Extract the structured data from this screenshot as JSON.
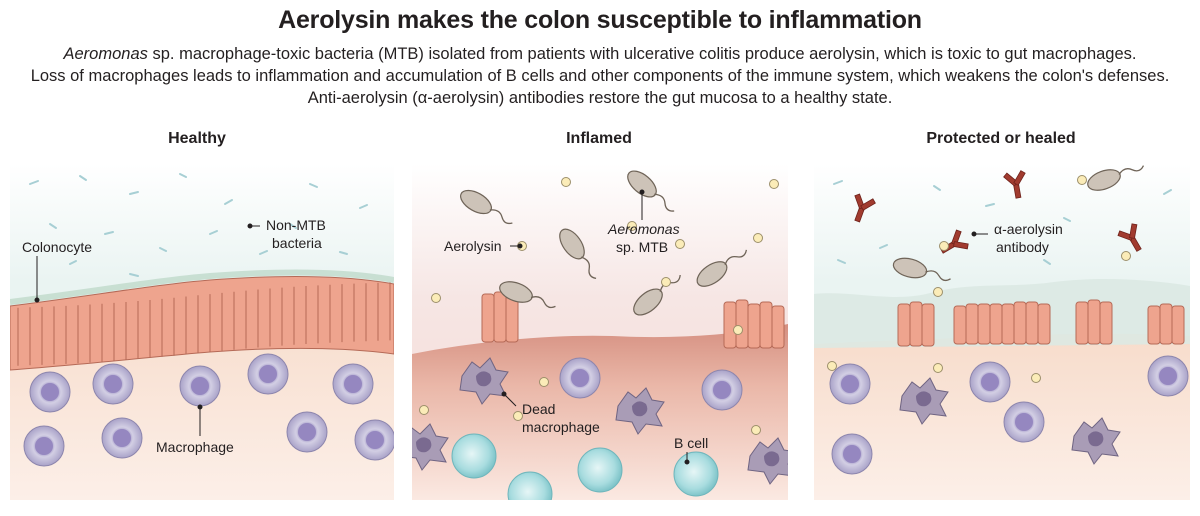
{
  "title": "Aerolysin makes the colon susceptible to inflammation",
  "subtitle": {
    "line1_italic": "Aeromonas",
    "line1_rest": " sp. macrophage-toxic bacteria (MTB) isolated from patients with ulcerative colitis produce aerolysin, which is toxic to gut macrophages.",
    "line2": "Loss of macrophages leads to inflammation and accumulation of B cells and other components of the immune system, which weakens the colon's defenses.",
    "line3": "Anti-aerolysin (α-aerolysin) antibodies restore the gut mucosa to a healthy state."
  },
  "panels": {
    "healthy": {
      "title": "Healthy",
      "colonocyte": "Colonocyte",
      "non_mtb_line1": "Non-MTB",
      "non_mtb_line2": "bacteria",
      "macrophage": "Macrophage"
    },
    "inflamed": {
      "title": "Inflamed",
      "aerolysin": "Aerolysin",
      "mtb_line1": "Aeromonas",
      "mtb_line2": "sp. MTB",
      "dead_line1": "Dead",
      "dead_line2": "macrophage",
      "bcell": "B cell"
    },
    "protected": {
      "title": "Protected or healed",
      "antibody_line1": "α-aerolysin",
      "antibody_line2": "antibody"
    }
  },
  "colors": {
    "lumen_top": "#e4f1f0",
    "mucosa": "#fae5d8",
    "inflamed_mucosa": "#e8b0a0",
    "colonocyte": "#eaa08a",
    "macrophage": "#c3bdd8",
    "nucleus": "#8e82b5",
    "bcell": "#b6e1e3",
    "aerolysin": "#fbeab3",
    "bacteria": "#c6bcb0",
    "antibody": "#9b3a2e"
  }
}
